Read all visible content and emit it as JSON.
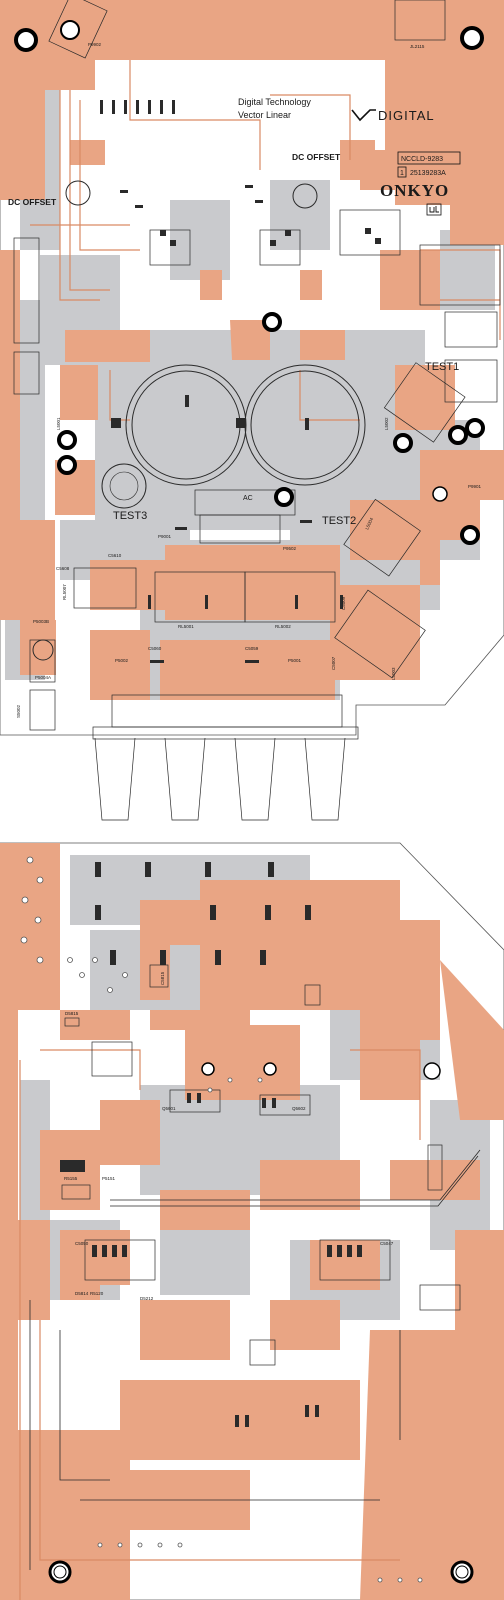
{
  "colors": {
    "copper": "#e9a584",
    "copper_dark": "#d98a64",
    "silk_gray": "#c9cacd",
    "trace": "#2a2a2a",
    "paper": "#ffffff"
  },
  "top_board": {
    "slogan_line1": "Digital Technology",
    "slogan_line2": "Vector Linear",
    "logo_text": "DIGITAL",
    "logo_mark": "VL",
    "brand": "ONKYO",
    "model_code": "NCCLD-9283",
    "revision": "1",
    "serial": "25139283A",
    "dc_offset_left": "DC OFFSET",
    "dc_offset_right": "DC OFFSET",
    "test1": "TEST1",
    "test2": "TEST2",
    "test3": "TEST3",
    "ac_label": "AC",
    "connector_top_left": "P9902",
    "connector_top_right": "JL2115",
    "connector_right": "P9901",
    "relay_left": "RL5001",
    "relay_right": "RL5002",
    "relay_far_left": "RL5007",
    "p5002": "P5002",
    "p5001": "P5001",
    "c5060": "C5060",
    "c5059": "C5059",
    "c5610": "C5610",
    "c5608": "C5608",
    "c5009": "C5009",
    "c5007": "C5007",
    "l5003": "L5003",
    "l5004": "L5004",
    "p5003b": "P5003B",
    "p5004a": "P5004A",
    "s5002": "S5002",
    "p9001": "P9001",
    "p9502": "P9502",
    "l5001": "L5001",
    "l5002": "L5002"
  },
  "bottom_board": {
    "p5151": "P5151",
    "r5155": "R5155",
    "d5815": "D5815",
    "c5815": "C5815",
    "d5814": "D5814",
    "c5050": "C5050",
    "c5047": "C5047",
    "r5120": "R5120",
    "d5212": "D5212",
    "q5601": "Q5601",
    "q5602": "Q5602"
  }
}
